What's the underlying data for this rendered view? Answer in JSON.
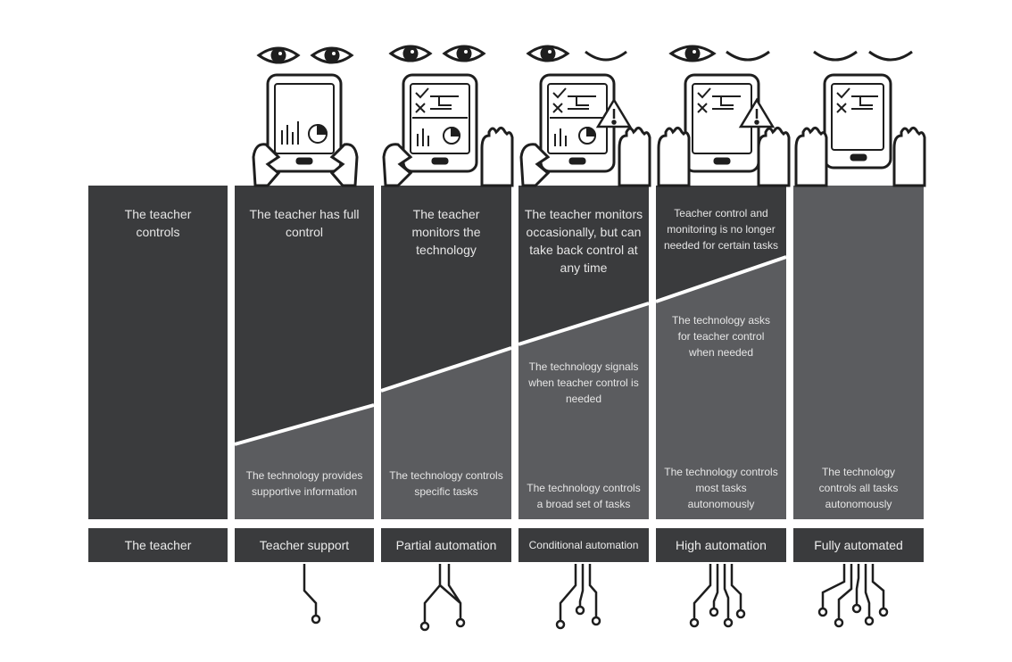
{
  "columns": [
    {
      "top_text": "The teacher controls",
      "bottom_text": "",
      "signal_text": "",
      "label": "The teacher"
    },
    {
      "top_text": "The teacher has full control",
      "bottom_text": "The technology provides supportive information",
      "signal_text": "",
      "label": "Teacher support"
    },
    {
      "top_text": "The teacher monitors the technology",
      "bottom_text": "The technology controls specific tasks",
      "signal_text": "",
      "label": "Partial automation"
    },
    {
      "top_text": "The teacher monitors occasionally, but can take back control at any time",
      "bottom_text": "The technology controls a broad set of tasks",
      "signal_text": "The technology signals when teacher control is needed",
      "label": "Conditional automation"
    },
    {
      "top_text": "Teacher control and monitoring is no longer needed for certain tasks",
      "bottom_text": "The technology controls most tasks autonomously",
      "signal_text": "The technology asks for teacher control when needed",
      "label": "High automation"
    },
    {
      "top_text": "",
      "bottom_text": "The technology controls all tasks autonomously",
      "signal_text": "",
      "label": "Fully automated"
    }
  ],
  "colors": {
    "teacher_dark": "#3a3b3d",
    "technology_mid": "#5b5c5f",
    "text_light": "#e6e6e6",
    "line": "#1e1e1e"
  },
  "icons": {
    "eyes": [
      "eye-open-icon",
      "eye-closed-icon"
    ],
    "tablet": "tablet-icon",
    "hands": "hand-icon",
    "warning": "warning-triangle-icon",
    "circuit": "circuit-lines-icon"
  }
}
